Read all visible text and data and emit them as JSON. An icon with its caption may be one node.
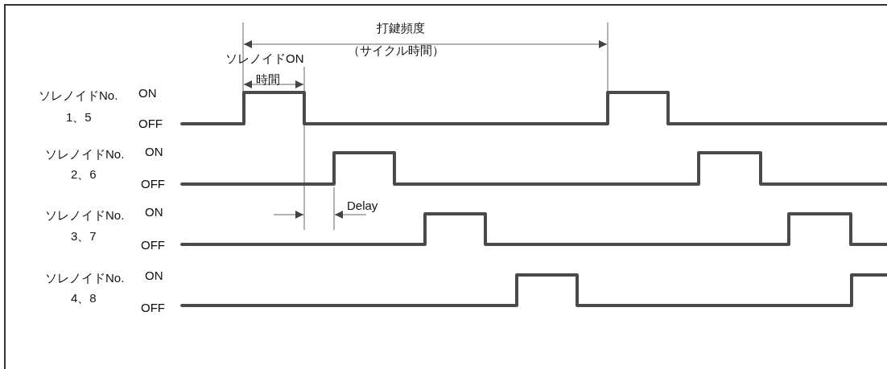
{
  "diagram": {
    "labels": [
      "打鍵頻度",
      "ソレノイドON",
      "（サイクル時間）",
      "時間",
      "ソレノイドNo.",
      "ON",
      "1、5",
      "OFF",
      "ソレノイドNo.",
      "ON",
      "2、6",
      "OFF",
      "Delay",
      "ソレノイドNo.",
      "ON",
      "3、7",
      "OFF",
      "ソレノイドNo.",
      "ON",
      "4、8",
      "OFF"
    ]
  }
}
